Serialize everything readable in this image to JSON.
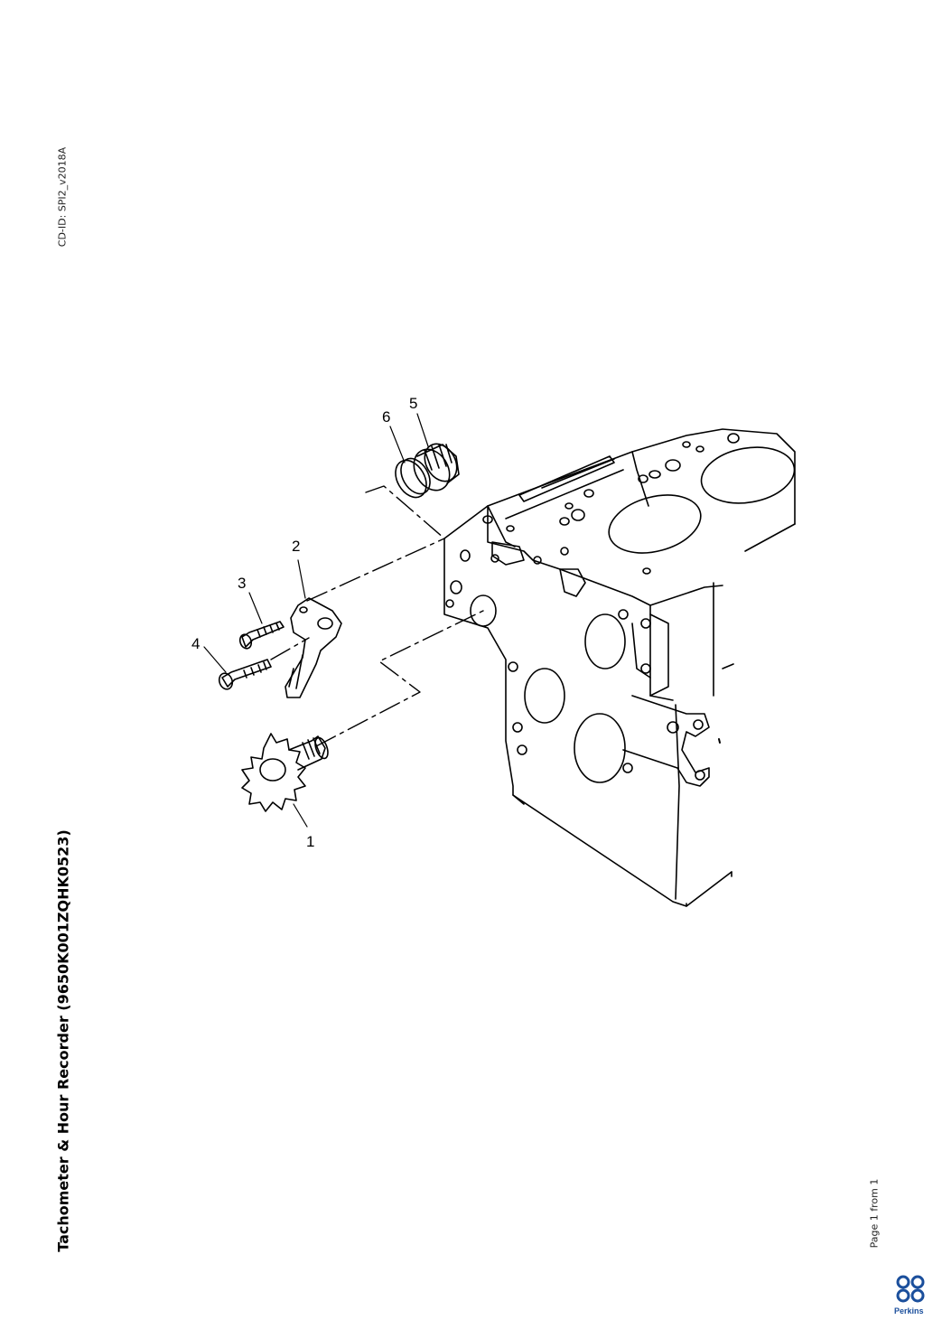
{
  "header": {
    "cd_id": "CD-ID: SPI2_v2018A"
  },
  "document": {
    "title": "Tachometer & Hour Recorder (9650K001ZQHK0523)"
  },
  "footer": {
    "page": "Page 1 from 1",
    "brand": "Perkins"
  },
  "diagram": {
    "callouts": [
      "1",
      "2",
      "3",
      "4",
      "5",
      "6"
    ]
  },
  "colors": {
    "brand": "#1b4f9c",
    "line": "#000000"
  }
}
